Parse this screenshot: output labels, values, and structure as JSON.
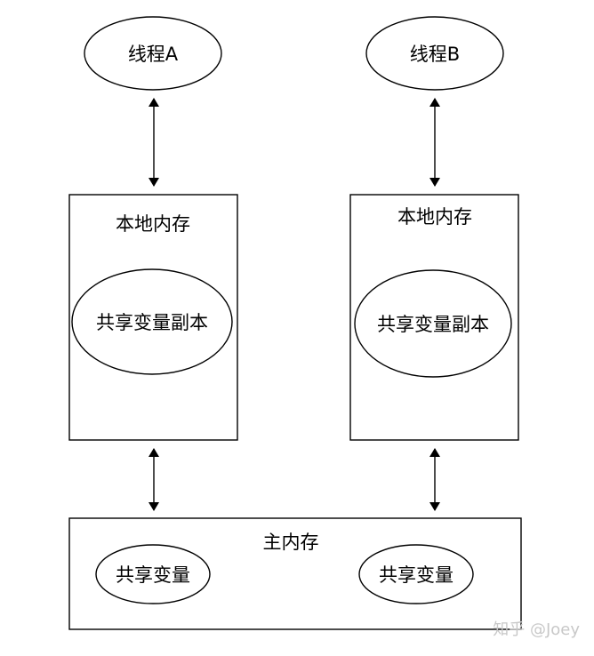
{
  "threads": {
    "a_label": "线程A",
    "b_label": "线程B"
  },
  "local_memory": {
    "left_title": "本地内存",
    "right_title": "本地内存",
    "left_copy_label": "共享变量副本",
    "right_copy_label": "共享变量副本"
  },
  "main_memory": {
    "title": "主内存",
    "left_var_label": "共享变量",
    "right_var_label": "共享变量"
  },
  "watermark": "知乎 @Joey",
  "colors": {
    "stroke": "#000000",
    "fill": "#ffffff",
    "watermark": "#c8c8c8"
  }
}
